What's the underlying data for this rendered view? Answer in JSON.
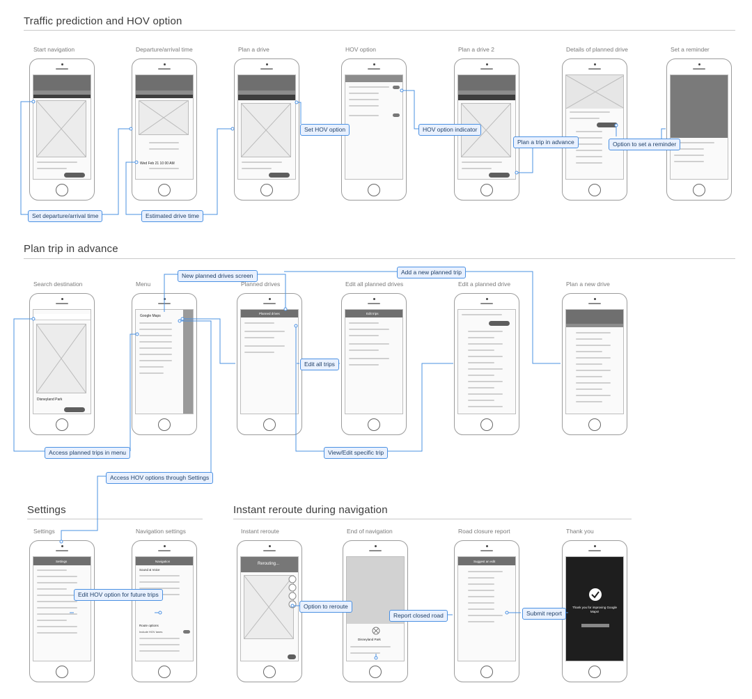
{
  "sections": [
    {
      "id": "traffic",
      "title": "Traffic prediction and HOV option"
    },
    {
      "id": "advance",
      "title": "Plan trip in advance"
    },
    {
      "id": "settings",
      "title": "Settings"
    },
    {
      "id": "reroute",
      "title": "Instant reroute during navigation"
    }
  ],
  "screens": {
    "start_navigation": "Start navigation",
    "departure_time": "Departure/arrival time",
    "plan_drive": "Plan a drive",
    "hov_option": "HOV option",
    "plan_drive_2": "Plan a drive 2",
    "details_planned": "Details of planned drive",
    "set_reminder": "Set a reminder",
    "search_destination": "Search destination",
    "menu": "Menu",
    "planned_drives": "Planned drives",
    "edit_all_planned": "Edit all planned drives",
    "edit_planned": "Edit a planned drive",
    "plan_new": "Plan a new drive",
    "settings": "Settings",
    "navigation_settings": "Navigation settings",
    "instant_reroute": "Instant reroute",
    "end_navigation": "End of navigation",
    "road_closure": "Road closure report",
    "thank_you": "Thank you"
  },
  "callouts": {
    "set_departure": "Set departure/arrival time",
    "estimated_time": "Estimated drive time",
    "set_hov": "Set HOV option",
    "hov_indicator": "HOV option indicator",
    "plan_in_advance": "Plan a trip in advance",
    "option_reminder": "Option to set a reminder",
    "new_planned_screen": "New planned drives screen",
    "add_new_trip": "Add a new planned trip",
    "edit_all_trips": "Edit all trips",
    "access_planned_menu": "Access planned trips in menu",
    "view_edit_trip": "View/Edit specific trip",
    "access_hov_settings": "Access HOV options through Settings",
    "edit_hov_future": "Edit HOV option for future trips",
    "option_reroute": "Option to reroute",
    "report_closed": "Report closed road",
    "submit_report": "Submit report"
  },
  "screen_text": {
    "rerouting": "Rerouting...",
    "google_maps": "Google Maps",
    "planned_drives_title": "Planned drives",
    "edit_trips_title": "Edit trips",
    "settings_title": "Settings",
    "navigation_title": "Navigation",
    "suggest_edit": "Suggest an edit",
    "route_options": "Route options",
    "sound_voice": "Sound & Voice",
    "thank_you_msg": "Thank you for improving Google Maps!",
    "hov_toggle": "Include HOV lanes",
    "disneyland": "Disneyland Park",
    "time_row": "Wed Feb 21  10  00  AM"
  },
  "colors": {
    "accent": "#4a90e2",
    "callout_fill": "#e9f1ff",
    "wire_dark": "#3d3d3d",
    "wire_mid": "#6f6f6f"
  }
}
